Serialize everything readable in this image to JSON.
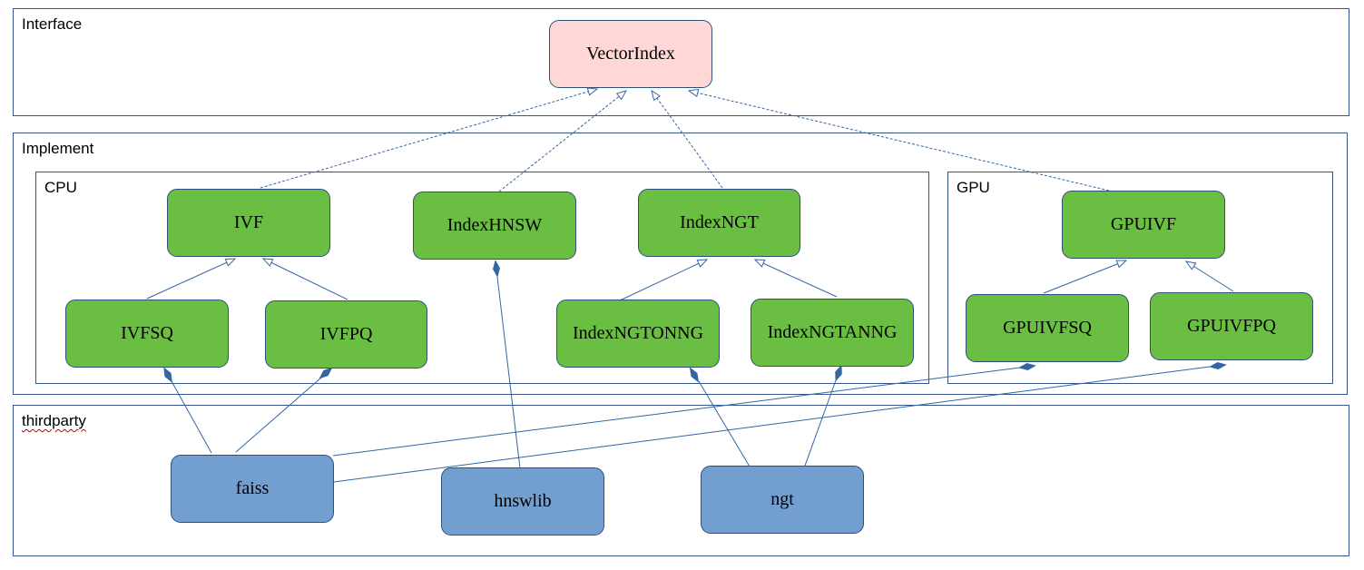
{
  "groups": {
    "interface": "Interface",
    "implement": "Implement",
    "cpu": "CPU",
    "gpu": "GPU",
    "thirdparty": "thirdparty"
  },
  "nodes": {
    "vectorindex": "VectorIndex",
    "ivf": "IVF",
    "indexhnsw": "IndexHNSW",
    "indexngt": "IndexNGT",
    "ivfsq": "IVFSQ",
    "ivfpq": "IVFPQ",
    "indexngtonng": "IndexNGTONNG",
    "indexngtanng": "IndexNGTANNG",
    "gpuivf": "GPUIVF",
    "gpuivfsq": "GPUIVFSQ",
    "gpuivfpq": "GPUIVFPQ",
    "faiss": "faiss",
    "hnswlib": "hnswlib",
    "ngt": "ngt"
  },
  "colors": {
    "interface_fill": "#ffd7d7",
    "implement_fill": "#6abf42",
    "thirdparty_fill": "#729fcf",
    "border": "#34568b",
    "line": "#3465a4"
  }
}
